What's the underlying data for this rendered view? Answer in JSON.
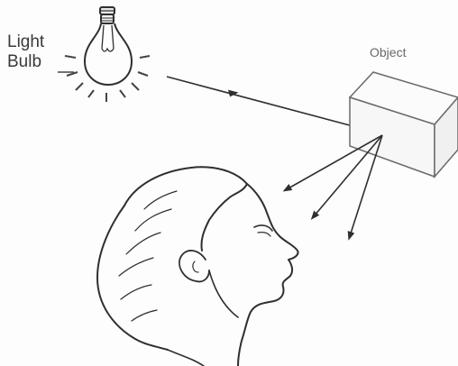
{
  "labels": {
    "bulb_line1": "Light",
    "bulb_line2": "Bulb",
    "object": "Object"
  },
  "colors": {
    "ink": "#2f2f2f",
    "light_ink": "#7a7a7a",
    "background": "#fdfdfd"
  },
  "icons": {
    "light_source": "light-bulb-icon",
    "reflector": "box-object-icon",
    "observer": "person-head-icon"
  }
}
